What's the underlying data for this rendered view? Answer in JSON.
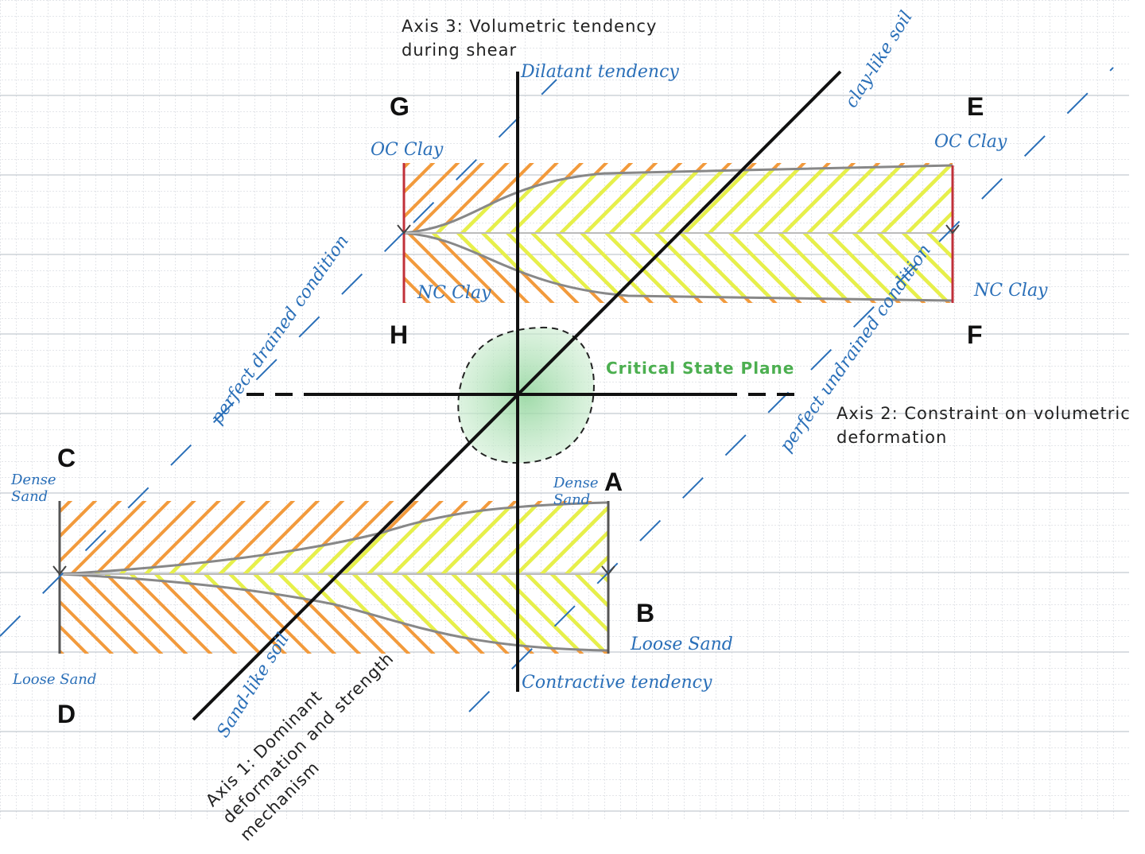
{
  "axes": {
    "axis1_title": "Axis 1: Dominant deformation and strength mechanism",
    "axis2_title": "Axis 2: Constraint on volumetric deformation",
    "axis3_title": "Axis 3: Volumetric tendency during shear"
  },
  "handwritten": {
    "dilatant": "Dilatant tendency",
    "contractive": "Contractive tendency",
    "clay_like": "clay-like soil",
    "sand_like": "Sand-like soil",
    "drained": "perfect drained condition",
    "undrained": "perfect undrained condition",
    "oc_clay_left": "OC Clay",
    "nc_clay_left": "NC Clay",
    "oc_clay_right": "OC Clay",
    "nc_clay_right": "NC Clay",
    "dense_sand_left": "Dense Sand",
    "loose_sand_left": "Loose Sand",
    "dense_sand_right": "Dense Sand",
    "loose_sand_right": "Loose Sand"
  },
  "critical_state": "Critical State Plane",
  "corners": {
    "a": "A",
    "b": "B",
    "c": "C",
    "d": "D",
    "e": "E",
    "f": "F",
    "g": "G",
    "h": "H"
  },
  "colors": {
    "orange": "#f29a3c",
    "yellow": "#e6f04a",
    "ink_blue": "#2a6fb8",
    "green": "#4caf50",
    "red": "#c0303a",
    "grid": "#c9ced6"
  }
}
